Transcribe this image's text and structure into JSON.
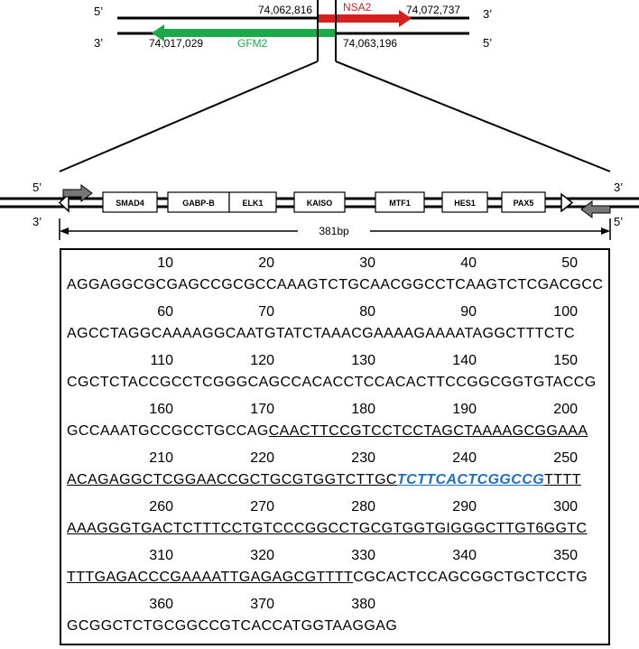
{
  "genome": {
    "strand_top_5": "5’",
    "strand_top_3": "3’",
    "strand_bot_3": "3’",
    "strand_bot_5": "5’",
    "nsa2_label": "NSA2",
    "nsa2_start": "74,062,816",
    "nsa2_end": "74,072,737",
    "gfm2_label": "GFM2",
    "gfm2_start": "74,017,029",
    "gfm2_end": "74,063,196",
    "nsa2_color": "#d62020",
    "gfm2_color": "#1aaa4a"
  },
  "region": {
    "left_5": "5’",
    "left_3": "3’",
    "right_3": "3’",
    "right_5": "5’",
    "tf_boxes": [
      "SMAD4",
      "GABP-B",
      "ELK1",
      "KAISO",
      "MTF1",
      "HES1",
      "PAX5"
    ],
    "length_label": "381bp"
  },
  "sequence": {
    "rows": [
      {
        "numbers": [
          "10",
          "20",
          "30",
          "40",
          "50"
        ],
        "segments": [
          {
            "t": "AGGAGGCGCGAGCCGCGCCAAAGTCTGCAACGGCCTCAAGTCTCGACGCC",
            "s": "n"
          }
        ]
      },
      {
        "numbers": [
          "60",
          "70",
          "80",
          "90",
          "100"
        ],
        "segments": [
          {
            "t": "AGCCTAGGCAAAAGGCAATGTATCTAAACGAAAAGAAAATAGGCTTTCTC",
            "s": "n"
          }
        ]
      },
      {
        "numbers": [
          "110",
          "120",
          "130",
          "140",
          "150"
        ],
        "segments": [
          {
            "t": "CGCTCTACCGCCTCGGGCAGCCACACCTCCACACTTCCGGCGGTGTACCG",
            "s": "n"
          }
        ]
      },
      {
        "numbers": [
          "160",
          "170",
          "180",
          "190",
          "200"
        ],
        "segments": [
          {
            "t": "GCCAAATGCCGCCTGCCAG",
            "s": "n"
          },
          {
            "t": "CAACTTCCGTCCTCCTAGCTAAAAGCGGAAA",
            "s": "u"
          }
        ]
      },
      {
        "numbers": [
          "210",
          "220",
          "230",
          "240",
          "250"
        ],
        "segments": [
          {
            "t": "ACAGAGGCTCGGAACCGCTGCGTGGTCTTGC",
            "s": "u"
          },
          {
            "t": "TCTTCACTCGGCCG",
            "s": "h"
          },
          {
            "t": "TTTT",
            "s": "u"
          }
        ]
      },
      {
        "numbers": [
          "260",
          "270",
          "280",
          "290",
          "300"
        ],
        "segments": [
          {
            "t": "AAAGGGTGACTCTTTCCTGTCCCGGCCTGCGTGGTGIGGGCTTGT6GGTC",
            "s": "u"
          }
        ]
      },
      {
        "numbers": [
          "310",
          "320",
          "330",
          "340",
          "350"
        ],
        "segments": [
          {
            "t": "TTTGAGACCCGAAAATTGAGAGCGTTTT",
            "s": "u"
          },
          {
            "t": "CGCACTCCAGCGGCTGCTCCTG",
            "s": "n"
          }
        ]
      },
      {
        "numbers": [
          "360",
          "370",
          "380"
        ],
        "segments": [
          {
            "t": "GCGGCTCTGCGGCCGTCACCATGGTAAGGAG",
            "s": "n"
          }
        ]
      }
    ],
    "highlight_color": "#1f6fc1"
  }
}
